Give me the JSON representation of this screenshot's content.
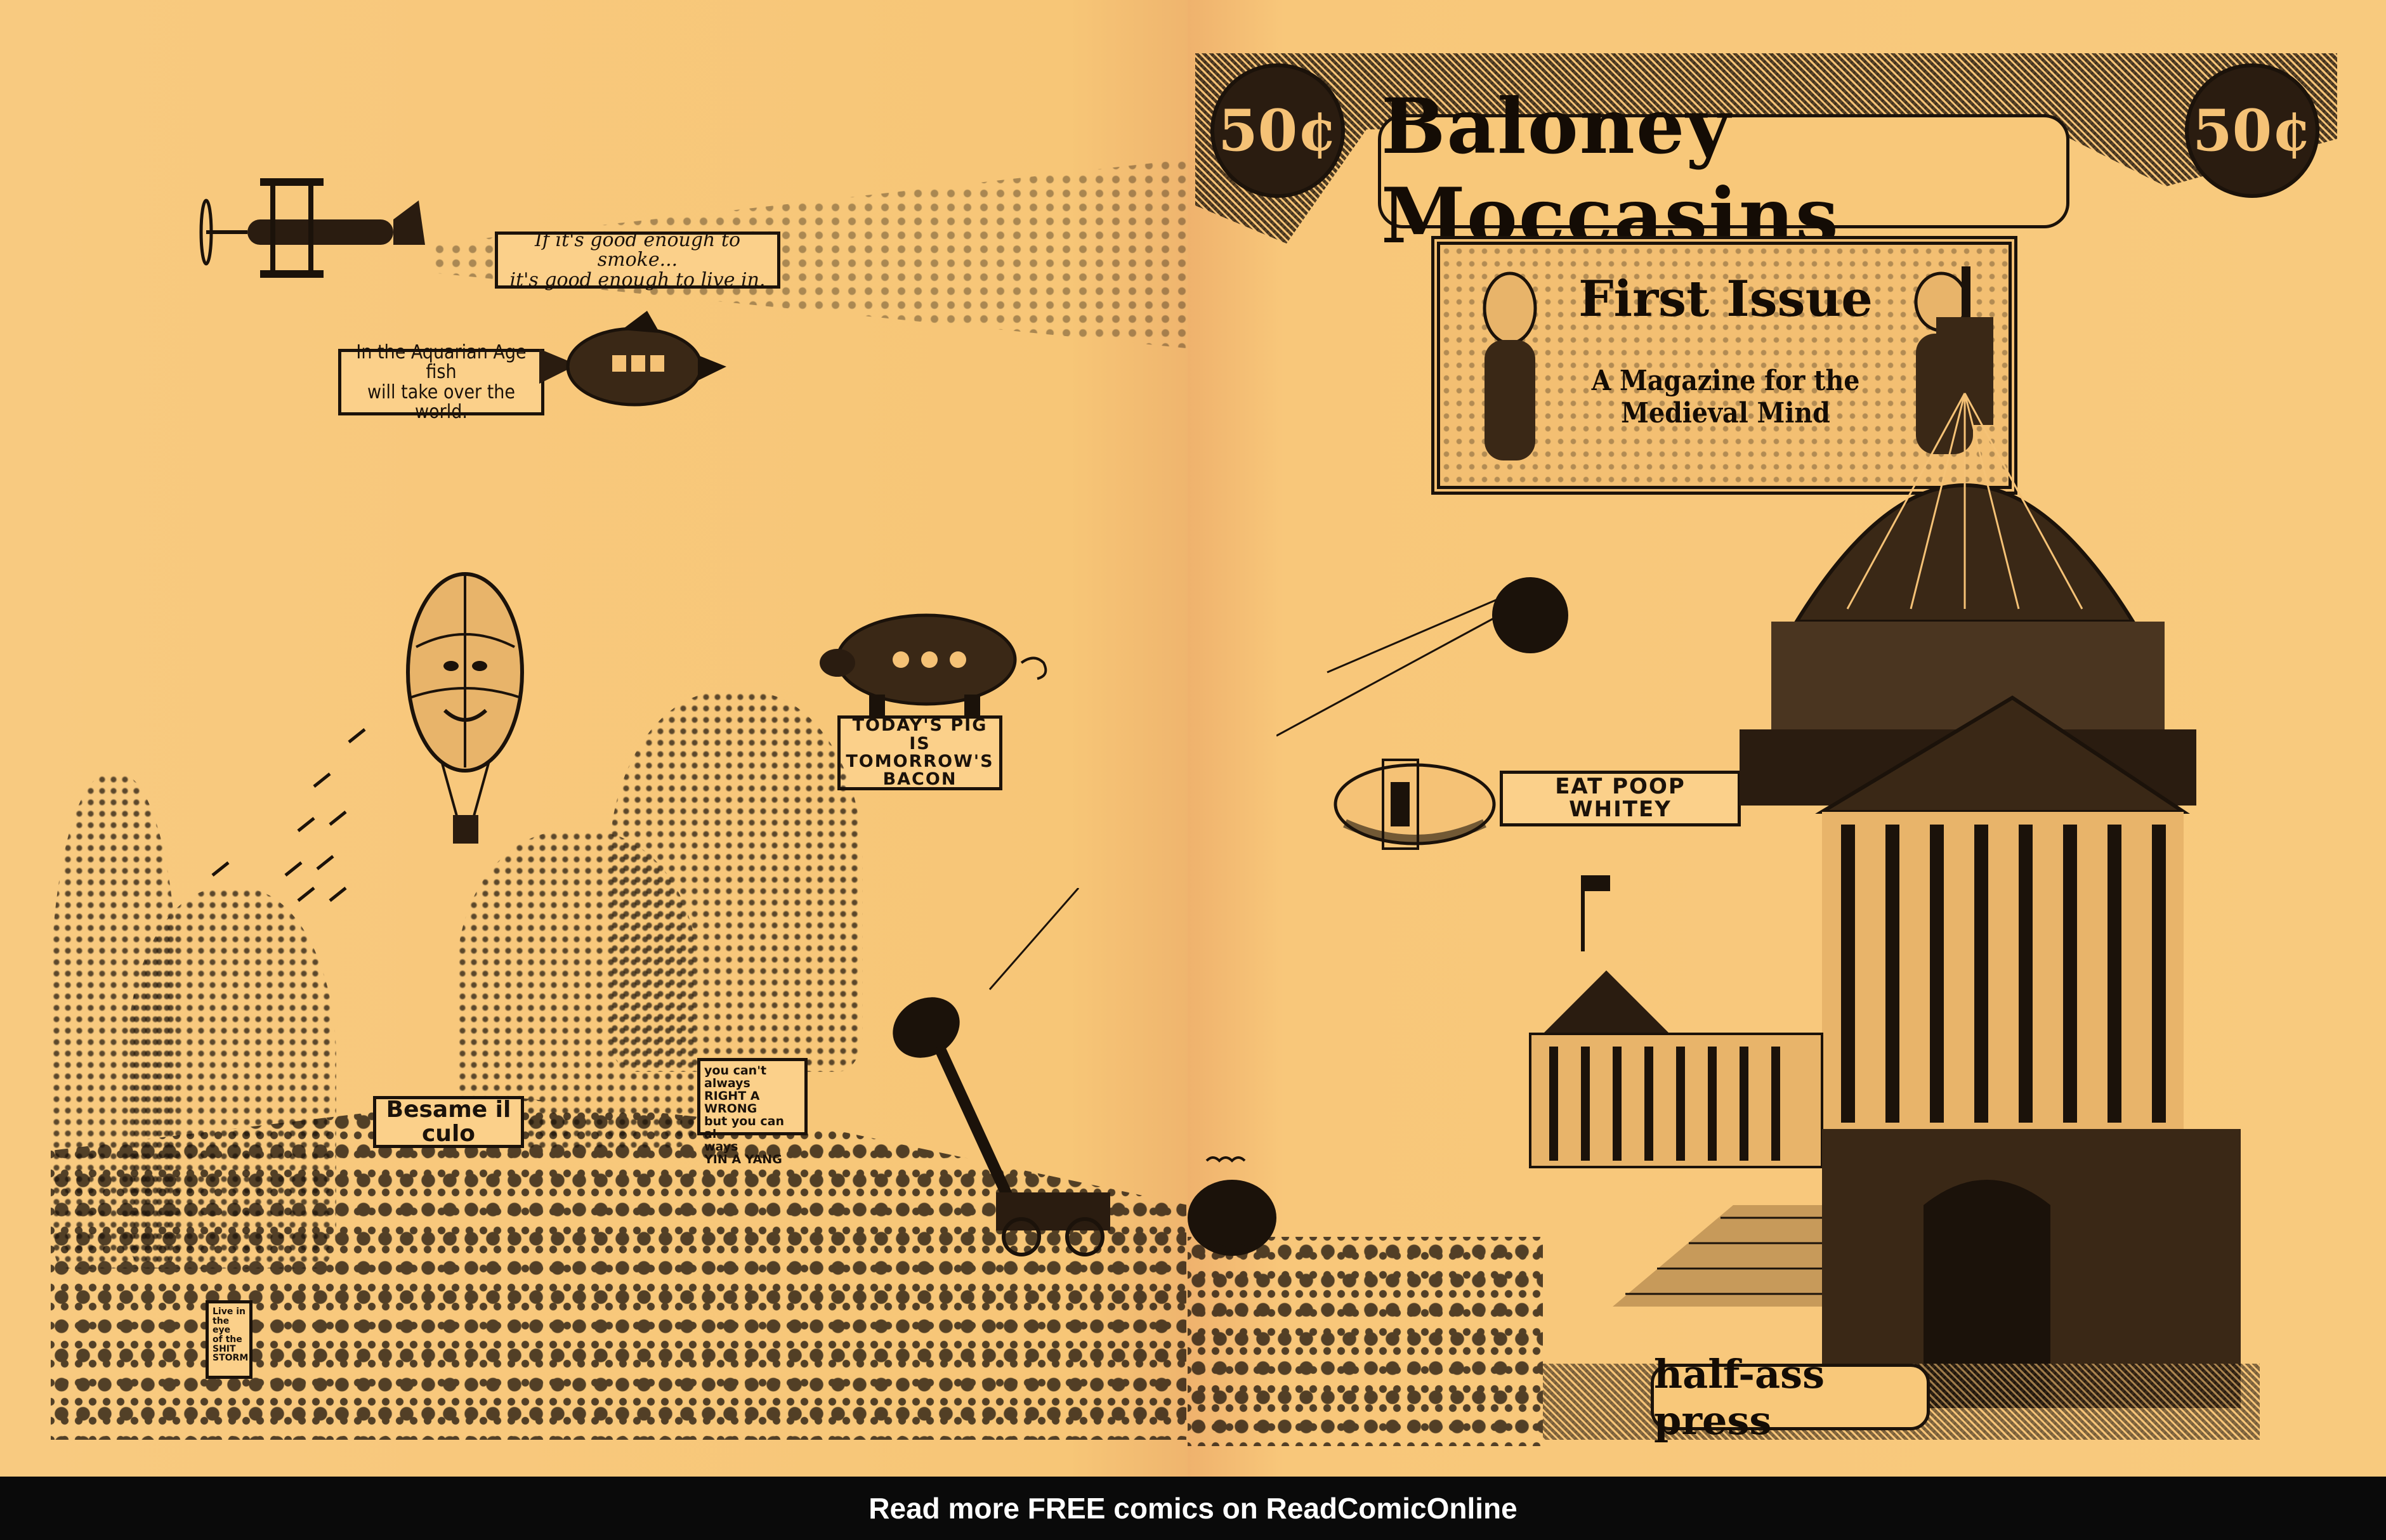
{
  "cover": {
    "title": "Baloney Moccasins",
    "price_left": "50¢",
    "price_right": "50¢",
    "issue": "First Issue",
    "tagline_line1": "A Magazine for the",
    "tagline_line2": "Medieval Mind",
    "publisher": "half-ass press"
  },
  "left_page": {
    "plane_banner_line1": "If it's good enough to smoke...",
    "plane_banner_line2": "it's good enough to live in.",
    "fish_banner_line1": "In the Aquarian Age fish",
    "fish_banner_line2": "will take over the world.",
    "pig_sign_line1": "TODAY'S PIG IS",
    "pig_sign_line2": "TOMORROW'S",
    "pig_sign_line3": "BACON",
    "crowd_banner": "Besame il culo",
    "yin_sign_line1": "you can't always",
    "yin_sign_line2": "RIGHT A WRONG",
    "yin_sign_line3": "but you can al-",
    "yin_sign_line4": "ways",
    "yin_sign_line5": "YIN A YANG",
    "storm_sign_line1": "Live in",
    "storm_sign_line2": "the eye",
    "storm_sign_line3": "of the",
    "storm_sign_line4": "SHIT",
    "storm_sign_line5": "STORM"
  },
  "right_page": {
    "blimp_banner": "EAT POOP WHITEY"
  },
  "footer": {
    "text": "Read more FREE comics on ReadComicOnline"
  },
  "colors": {
    "paper": "#f8c87a",
    "ink": "#1b120a",
    "footer_bg": "#0a0a0a",
    "footer_text": "#ffffff"
  }
}
